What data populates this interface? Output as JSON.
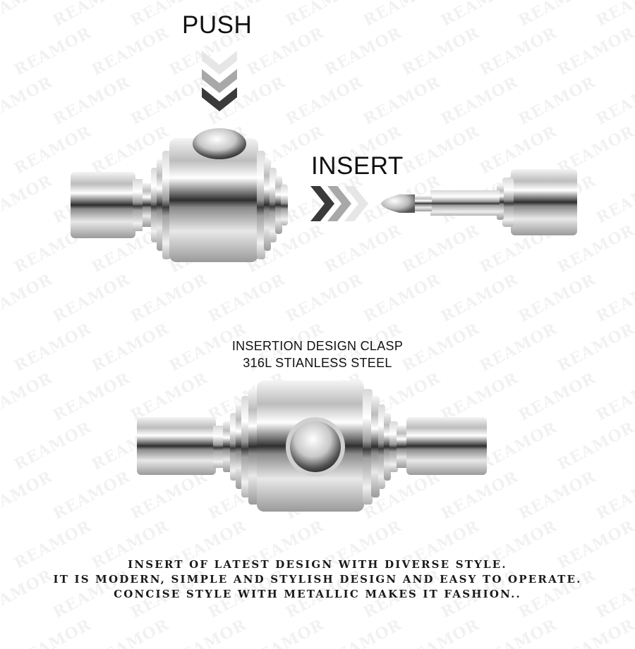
{
  "labels": {
    "push": "PUSH",
    "insert": "INSERT"
  },
  "caption": {
    "line1": "INSERTION DESIGN CLASP",
    "line2": "316L STIANLESS STEEL"
  },
  "description": {
    "line1": "INSERT OF LATEST DESIGN WITH DIVERSE STYLE.",
    "line2": "IT IS MODERN, SIMPLE AND STYLISH DESIGN AND EASY TO OPERATE.",
    "line3": "CONCISE STYLE WITH METALLIC MAKES IT FASHION.."
  },
  "watermark": {
    "text": "REAMOR"
  },
  "colors": {
    "chevron_light": "#e6e6e6",
    "chevron_mid": "#a8a8a8",
    "chevron_dark": "#3a3a3a",
    "steel_light": "#f5f5f5",
    "steel_dark": "#4a4a4a"
  },
  "icons": {
    "push_arrow": "triple-chevron-down-icon",
    "insert_arrow": "triple-chevron-left-icon"
  }
}
